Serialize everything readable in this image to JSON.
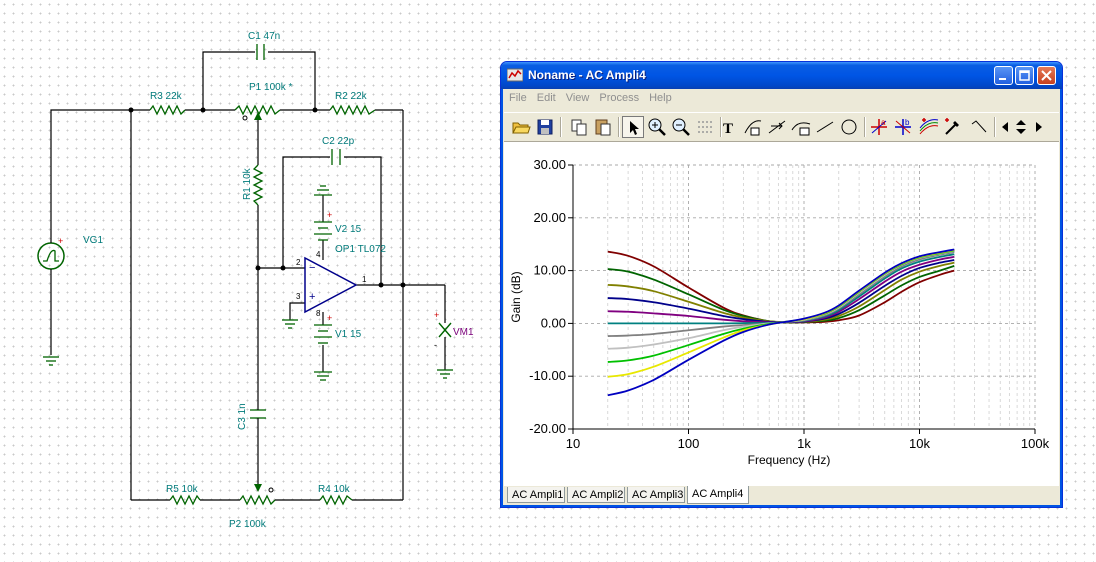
{
  "schematic": {
    "components": {
      "c1": "C1 47n",
      "p1": "P1 100k *",
      "r3": "R3 22k",
      "r2": "R2 22k",
      "c2": "C2 22p",
      "r1": "R1 10k",
      "v2": "V2 15",
      "op1": "OP1 TL072",
      "v1": "V1 15",
      "vg1": "VG1",
      "vm1": "VM1",
      "c3": "C3 1n",
      "r5": "R5 10k",
      "r4": "R4 10k",
      "p2": "P2 100k"
    },
    "pins": {
      "inv": "2",
      "noninv": "3",
      "out": "1",
      "v_plus": "4",
      "v_minus": "8"
    }
  },
  "window": {
    "title": "Noname - AC Ampli4",
    "menu": [
      "File",
      "Edit",
      "View",
      "Process",
      "Help"
    ],
    "tabs": [
      "AC Ampli1",
      "AC Ampli2",
      "AC Ampli3",
      "AC Ampli4"
    ],
    "active_tab": "AC Ampli4",
    "toolbar_icons": [
      "open-icon",
      "save-icon",
      "copy-icon",
      "paste-icon",
      "pointer-icon",
      "zoom-in-icon",
      "zoom-out-icon",
      "grid-icon",
      "text-icon",
      "line-label-icon",
      "slope-icon",
      "curve-label-icon",
      "line-icon",
      "circle-icon",
      "cursor-a-icon",
      "cursor-b-icon",
      "add-curves-icon",
      "probe-icon",
      "marker-icon",
      "arrow-left-icon",
      "arrow-updown-icon",
      "arrow-right-icon"
    ]
  },
  "chart_data": {
    "type": "line",
    "xlabel": "Frequency (Hz)",
    "ylabel": "Gain (dB)",
    "x_scale": "log",
    "xlim": [
      10,
      100000
    ],
    "ylim": [
      -20,
      30
    ],
    "x_ticks": [
      "10",
      "100",
      "1k",
      "10k",
      "100k"
    ],
    "y_ticks": [
      "30.00",
      "20.00",
      "10.00",
      "0.00",
      "-10.00",
      "-20.00"
    ],
    "grid": true,
    "x": [
      20,
      30,
      50,
      100,
      200,
      300,
      500,
      700,
      1000,
      1500,
      2000,
      3000,
      5000,
      7000,
      10000,
      15000,
      20000
    ],
    "series": [
      {
        "color": "#800000",
        "values": [
          13.6,
          12.8,
          10.8,
          6.8,
          3.0,
          1.5,
          0.4,
          0.2,
          0.2,
          0.3,
          0.6,
          1.5,
          4.0,
          6.0,
          7.8,
          9.2,
          10.0
        ]
      },
      {
        "color": "#006400",
        "values": [
          10.3,
          9.8,
          8.3,
          5.5,
          2.6,
          1.4,
          0.4,
          0.2,
          0.25,
          0.5,
          1.0,
          2.5,
          5.3,
          7.2,
          8.8,
          10.0,
          10.9
        ]
      },
      {
        "color": "#808000",
        "values": [
          7.3,
          7.0,
          6.1,
          4.1,
          2.0,
          1.1,
          0.4,
          0.25,
          0.3,
          0.7,
          1.4,
          3.2,
          6.3,
          8.3,
          9.8,
          10.9,
          11.5
        ]
      },
      {
        "color": "#00008b",
        "values": [
          4.8,
          4.6,
          4.0,
          2.8,
          1.4,
          0.8,
          0.3,
          0.25,
          0.35,
          0.9,
          1.8,
          3.9,
          7.1,
          9.0,
          10.5,
          11.5,
          12.0
        ]
      },
      {
        "color": "#800080",
        "values": [
          2.3,
          2.2,
          1.9,
          1.4,
          0.7,
          0.4,
          0.2,
          0.25,
          0.4,
          1.1,
          2.2,
          4.6,
          7.9,
          9.8,
          11.1,
          12.1,
          12.6
        ]
      },
      {
        "color": "#008080",
        "values": [
          0.0,
          0.0,
          0.0,
          0.0,
          0.0,
          0.05,
          0.1,
          0.3,
          0.5,
          1.3,
          2.5,
          5.1,
          8.5,
          10.4,
          11.7,
          12.6,
          13.1
        ]
      },
      {
        "color": "#808080",
        "values": [
          -2.4,
          -2.3,
          -2.0,
          -1.3,
          -0.6,
          -0.3,
          0.0,
          0.3,
          0.6,
          1.5,
          2.8,
          5.5,
          8.9,
          10.8,
          12.1,
          13.0,
          13.5
        ]
      },
      {
        "color": "#c0c0c0",
        "values": [
          -4.8,
          -4.6,
          -4.0,
          -2.8,
          -1.3,
          -0.6,
          0.0,
          0.3,
          0.7,
          1.7,
          3.0,
          5.8,
          9.2,
          11.1,
          12.4,
          13.2,
          13.7
        ]
      },
      {
        "color": "#00c000",
        "values": [
          -7.3,
          -7.0,
          -6.1,
          -4.1,
          -2.0,
          -1.0,
          -0.1,
          0.3,
          0.8,
          1.8,
          3.2,
          6.0,
          9.4,
          11.2,
          12.5,
          13.3,
          13.8
        ]
      },
      {
        "color": "#e8e800",
        "values": [
          -10.1,
          -9.6,
          -8.2,
          -5.5,
          -2.7,
          -1.3,
          -0.2,
          0.3,
          0.8,
          1.9,
          3.3,
          6.1,
          9.5,
          11.3,
          12.6,
          13.4,
          13.9
        ]
      },
      {
        "color": "#0000c0",
        "values": [
          -13.6,
          -12.7,
          -10.7,
          -6.9,
          -3.3,
          -1.6,
          -0.2,
          0.3,
          0.9,
          2.0,
          3.4,
          6.2,
          9.6,
          11.4,
          12.7,
          13.5,
          14.0
        ]
      }
    ]
  }
}
